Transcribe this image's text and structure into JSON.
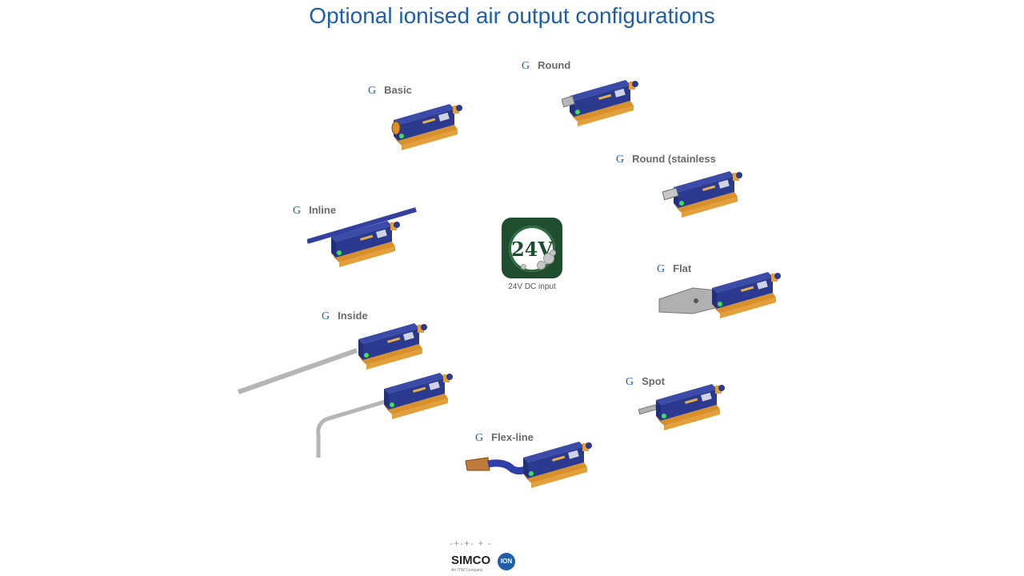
{
  "title": "Optional ionised air output configurations",
  "bullet": "G",
  "labels": {
    "round": "Round",
    "basic": "Basic",
    "round_stainless": "Round (stainless",
    "inline": "Inline",
    "flat": "Flat",
    "inside": "Inside",
    "spot": "Spot",
    "flex_line": "Flex-line"
  },
  "badge": {
    "text": "24V",
    "caption": "24V DC input"
  },
  "logo": {
    "signs": "-+-+- + -",
    "name": "SIMCO",
    "ion": "ION",
    "sub": "An ITW Company"
  },
  "colors": {
    "title": "#1f5fa8",
    "device_body": "#2b3a8f",
    "device_base": "#e3a03a",
    "led": "#3ee05a",
    "badge": "#1f4e2f"
  }
}
